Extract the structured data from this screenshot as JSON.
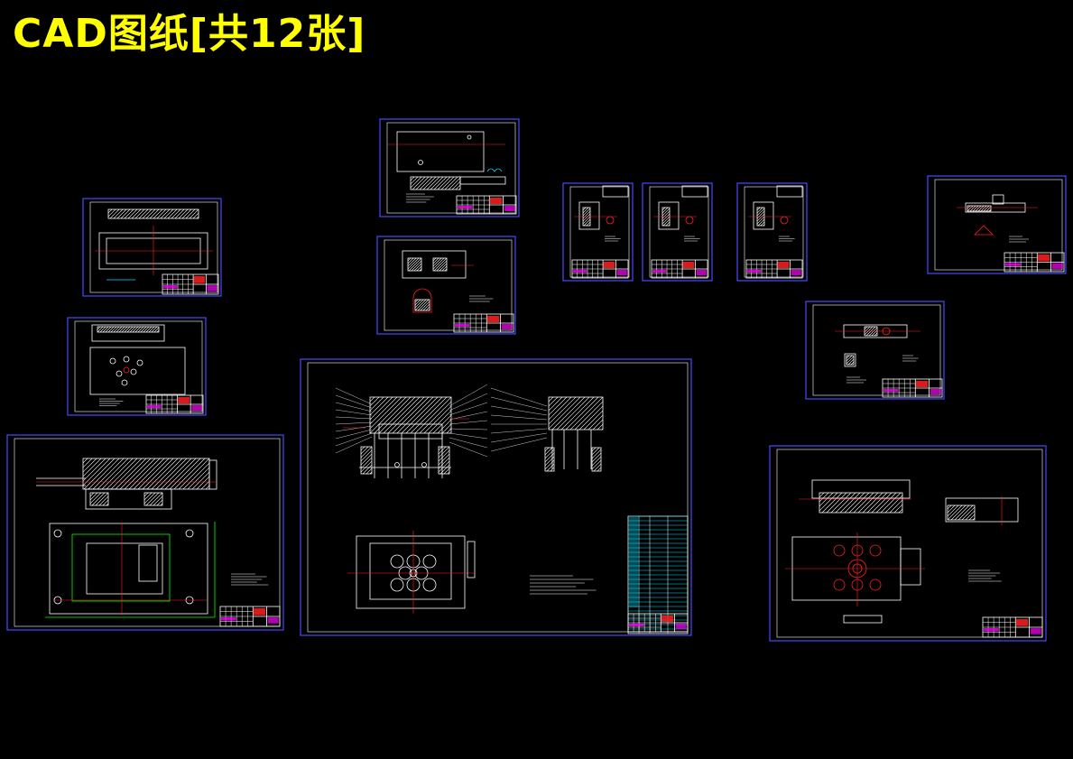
{
  "title": "CAD图纸[共12张]",
  "colors": {
    "background": "#000000",
    "title": "#ffff00",
    "sheet_border": "#4a4aff",
    "inner_border": "#ffffff",
    "line": "#ffffff",
    "hatch": "#ffffff",
    "accent_red": "#ff2020",
    "accent_magenta": "#ff00ff",
    "accent_green": "#00ff00",
    "accent_cyan": "#00e0ff",
    "accent_yellow": "#ffff00"
  },
  "sheets": [
    {
      "id": "sheet-1",
      "kind": "part-plan"
    },
    {
      "id": "sheet-2",
      "kind": "part-plan"
    },
    {
      "id": "sheet-3",
      "kind": "base-plate"
    },
    {
      "id": "sheet-4",
      "kind": "part-plan"
    },
    {
      "id": "sheet-5",
      "kind": "part-detail"
    },
    {
      "id": "sheet-6",
      "kind": "assembly"
    },
    {
      "id": "sheet-7",
      "kind": "part-small"
    },
    {
      "id": "sheet-8",
      "kind": "part-small"
    },
    {
      "id": "sheet-9",
      "kind": "part-small"
    },
    {
      "id": "sheet-10",
      "kind": "part-detail"
    },
    {
      "id": "sheet-11",
      "kind": "part-detail"
    },
    {
      "id": "sheet-12",
      "kind": "part-plan"
    }
  ]
}
